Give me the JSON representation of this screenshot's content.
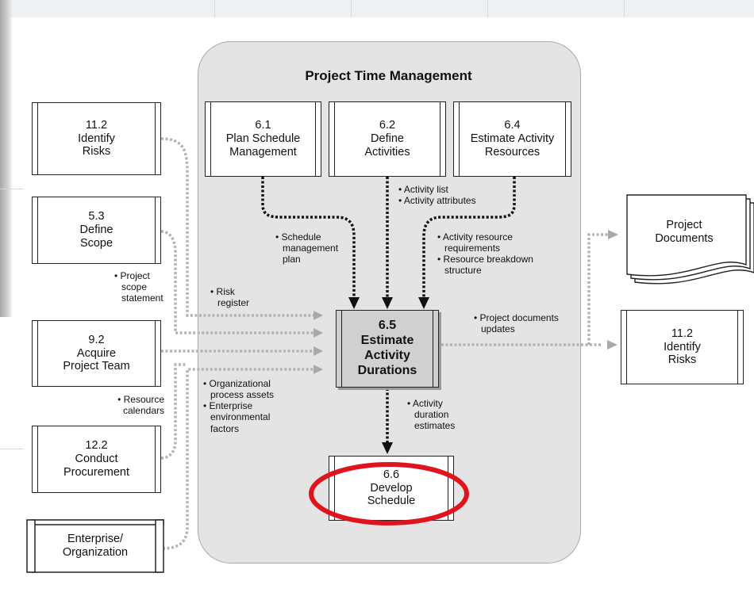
{
  "title": "Project Time Management",
  "central": {
    "id": "6.5",
    "line1": "Estimate",
    "line2": "Activity",
    "line3": "Durations"
  },
  "top_processes": [
    {
      "id": "6.1",
      "line1": "Plan Schedule",
      "line2": "Management"
    },
    {
      "id": "6.2",
      "line1": "Define",
      "line2": "Activities"
    },
    {
      "id": "6.4",
      "line1": "Estimate Activity",
      "line2": "Resources"
    }
  ],
  "left_processes": [
    {
      "id": "11.2",
      "line1": "Identify",
      "line2": "Risks"
    },
    {
      "id": "5.3",
      "line1": "Define",
      "line2": "Scope"
    },
    {
      "id": "9.2",
      "line1": "Acquire",
      "line2": "Project Team"
    },
    {
      "id": "12.2",
      "line1": "Conduct",
      "line2": "Procurement"
    }
  ],
  "enterprise": {
    "line1": "Enterprise/",
    "line2": "Organization"
  },
  "output_process": {
    "id": "6.6",
    "line1": "Develop",
    "line2": "Schedule"
  },
  "right_process": {
    "id": "11.2",
    "line1": "Identify",
    "line2": "Risks"
  },
  "project_documents": {
    "line1": "Project",
    "line2": "Documents"
  },
  "annotations": {
    "activity_list": [
      "• Activity list",
      "• Activity attributes"
    ],
    "schedule_mgmt_plan": [
      "• Schedule",
      "management",
      "plan"
    ],
    "activity_resource": [
      "• Activity resource",
      "requirements",
      "• Resource breakdown",
      "structure"
    ],
    "project_scope": [
      "• Project",
      "scope",
      "statement"
    ],
    "risk_register": [
      "• Risk",
      "register"
    ],
    "resource_calendars": [
      "• Resource",
      "calendars"
    ],
    "opa_eef": [
      "• Organizational",
      "process assets",
      "• Enterprise",
      "environmental",
      "factors"
    ],
    "duration_estimates": [
      "• Activity",
      "duration",
      "estimates"
    ],
    "docs_updates": [
      "• Project documents",
      "updates"
    ]
  },
  "highlight_color": "#e0141e"
}
